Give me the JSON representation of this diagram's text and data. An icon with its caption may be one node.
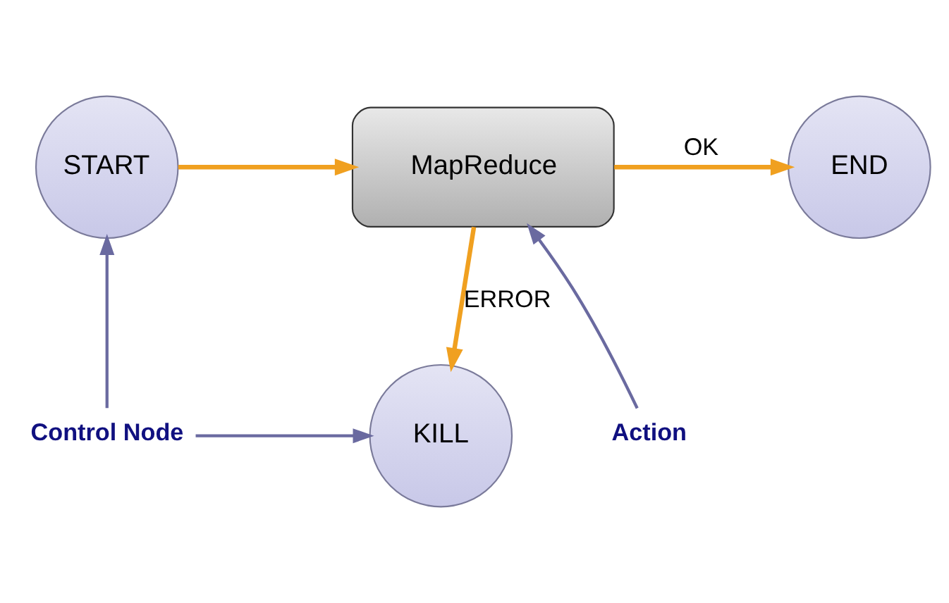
{
  "diagram": {
    "nodes": [
      {
        "text": [
          "START"
        ]
      },
      {
        "text": [
          "MapReduce"
        ]
      },
      {
        "text": [
          "END"
        ]
      },
      {
        "text": [
          "KILL"
        ]
      },
      {
        "text": [
          "Control Node"
        ]
      },
      {
        "text": [
          "Action"
        ]
      }
    ],
    "edges": [
      {
        "from": 0,
        "to": 1,
        "arrow": "to"
      },
      {
        "from": 1,
        "to": 2,
        "arrow": "to",
        "label": "OK"
      },
      {
        "from": 1,
        "to": 3,
        "arrow": "to",
        "label": "ERROR"
      },
      {
        "from": 4,
        "to": 0,
        "arrow": "to",
        "color": "#6a6aa0"
      },
      {
        "from": 4,
        "to": 3,
        "arrow": "to",
        "color": "#6a6aa0"
      },
      {
        "from": 5,
        "to": 1,
        "arrow": "to",
        "color": "#6a6aa0"
      }
    ]
  }
}
